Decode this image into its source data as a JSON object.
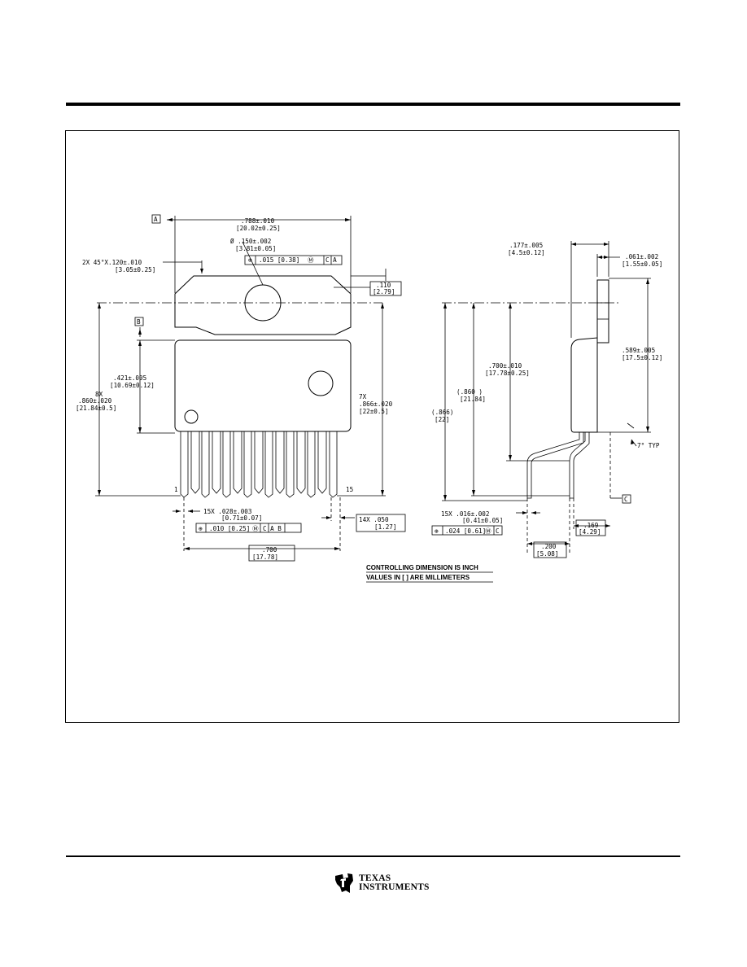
{
  "drawing": {
    "datum_a": "A",
    "datum_b": "B",
    "datum_c": "C",
    "top_width_in": ".788±.010",
    "top_width_mm": "[20.02±0.25]",
    "hole_dia_in": "Ø .150±.002",
    "hole_dia_mm": "[3.81±0.05]",
    "hole_fcf_value": ".015 [0.38]",
    "hole_fcf_datums": "C A",
    "chamfer_in": "2X 45°X.120±.010",
    "chamfer_mm": "[3.05±0.25]",
    "tab_thk_in": ".110",
    "tab_thk_mm": "[2.79]",
    "hole_to_body_in": ".421±.005",
    "hole_to_body_mm": "[10.69±0.12]",
    "overall_len_count": "8X",
    "overall_len_in": ".860±.020",
    "overall_len_mm": "[21.84±0.5]",
    "lead_span_count": "7X",
    "lead_span_in": ".866±.020",
    "lead_span_mm": "[22±0.5]",
    "pin_first": "1",
    "pin_last": "15",
    "lead_width_in": "15X .028±.003",
    "lead_width_mm": "[0.71±0.07]",
    "lead_fcf_value": ".010 [0.25]",
    "lead_fcf_datums": "C A B",
    "pitch_in": "14X .050",
    "pitch_mm": "[1.27]",
    "row_len_in": ".700",
    "row_len_mm": "[17.78]",
    "side_thk_in": ".177±.005",
    "side_thk_mm": "[4.5±0.12]",
    "tab_t_in": ".061±.002",
    "tab_t_mm": "[1.55±0.05]",
    "side_len_in": ".589±.005",
    "side_len_mm": "[17.5±0.12]",
    "side_lead_in": ".700±.010",
    "side_lead_mm": "[17.78±0.25]",
    "side_ref860_in": "(.860  )",
    "side_ref860_mm": "[21.84]",
    "side_ref866_in": "(.866)",
    "side_ref866_mm": "[22]",
    "angle": "7° TYP",
    "side_leadw_in": "15X .016±.002",
    "side_leadw_mm": "[0.41±0.05]",
    "side_fcf_value": ".024 [0.61]",
    "side_fcf_datum": "C",
    "offset169_in": ".169",
    "offset169_mm": "[4.29]",
    "offset200_in": ".200",
    "offset200_mm": "[5.08]",
    "note_line1": "CONTROLLING DIMENSION IS INCH",
    "note_line2": "VALUES IN [ ] ARE MILLIMETERS"
  },
  "footer": {
    "logo_line1": "TEXAS",
    "logo_line2": "INSTRUMENTS",
    "logo_icon": "ti-logo-icon"
  }
}
